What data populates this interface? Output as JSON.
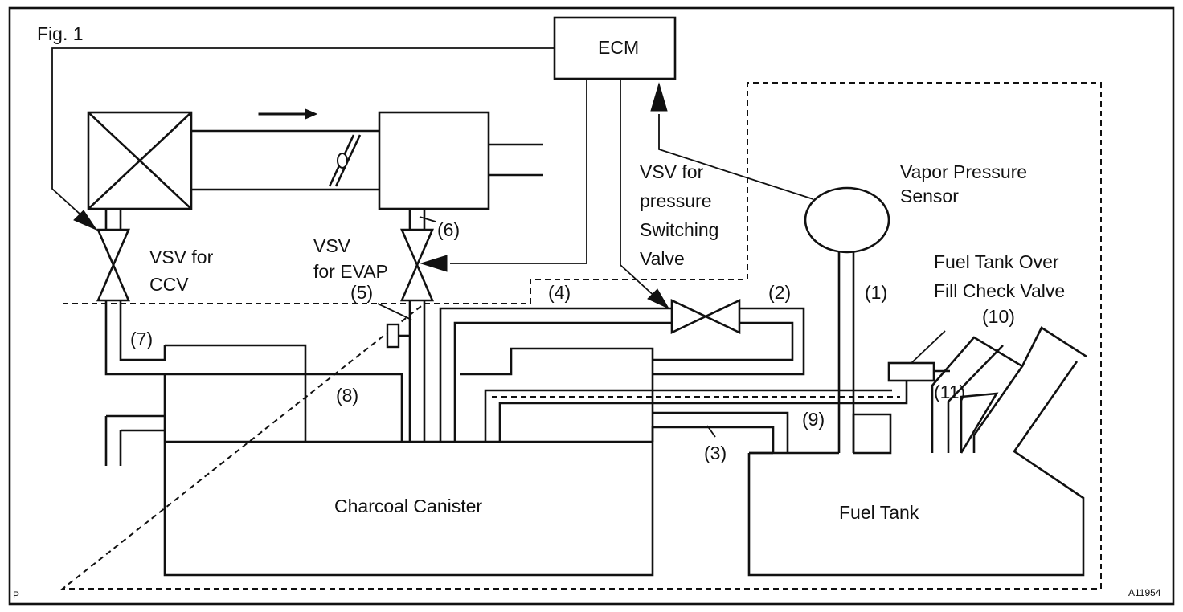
{
  "figure": {
    "fig_label": "Fig. 1",
    "corner_left": "P",
    "code": "A11954"
  },
  "components": {
    "ecm": "ECM",
    "vsv_ccv_line1": "VSV for",
    "vsv_ccv_line2": "CCV",
    "vsv_evap_line1": "VSV",
    "vsv_evap_line2": "for EVAP",
    "vsv_psv_line1": "VSV for",
    "vsv_psv_line2": "pressure",
    "vsv_psv_line3": "Switching",
    "vsv_psv_line4": "Valve",
    "vapor_sensor_line1": "Vapor Pressure",
    "vapor_sensor_line2": "Sensor",
    "check_valve_line1": "Fuel Tank Over",
    "check_valve_line2": "Fill Check Valve",
    "canister": "Charcoal Canister",
    "fuel_tank": "Fuel Tank"
  },
  "callouts": [
    "(1)",
    "(2)",
    "(3)",
    "(4)",
    "(5)",
    "(6)",
    "(7)",
    "(8)",
    "(9)",
    "(10)",
    "(11)"
  ]
}
